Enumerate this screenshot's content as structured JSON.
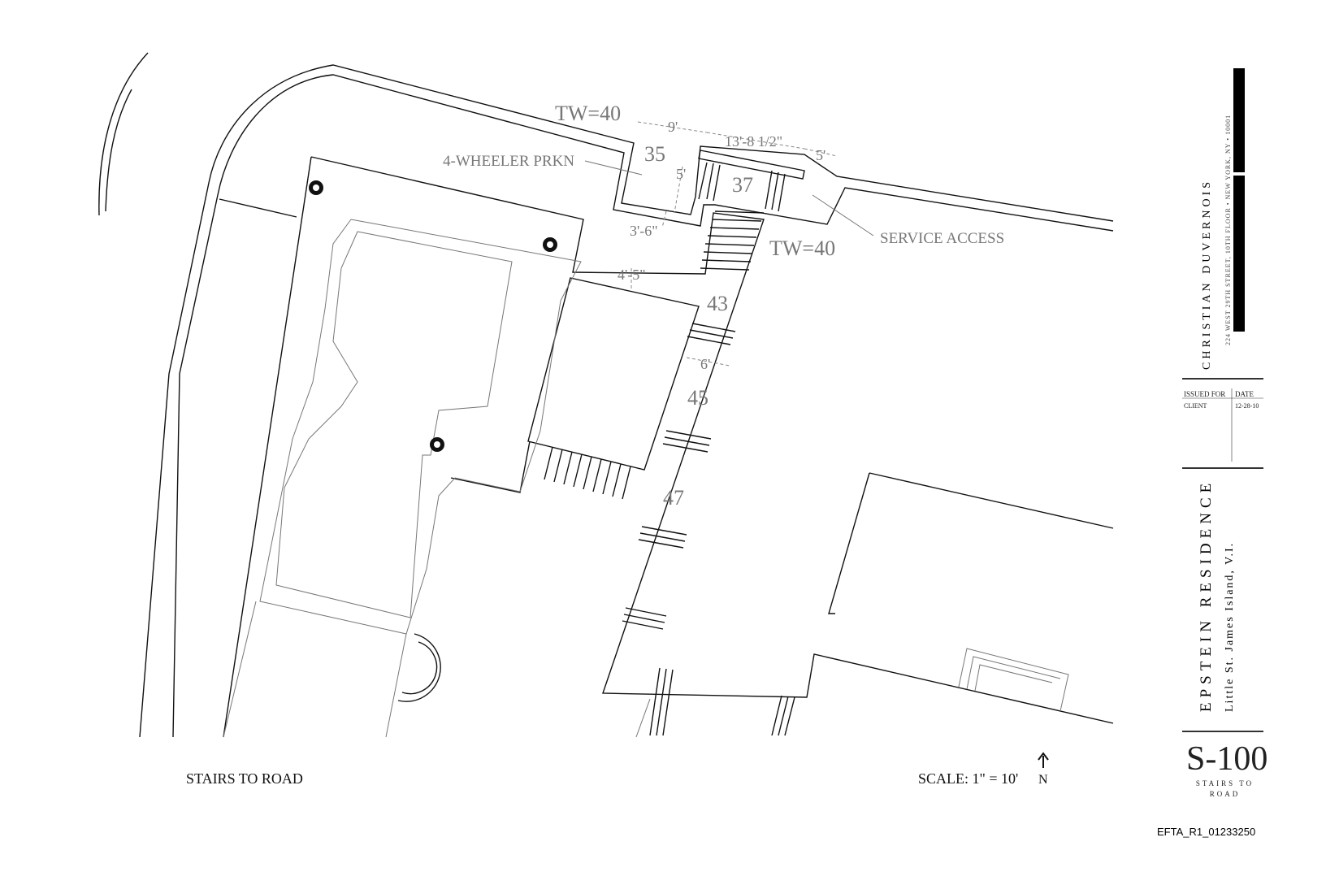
{
  "plan": {
    "labels": {
      "tw_top": "TW=40",
      "tw_right": "TW=40",
      "parking": "4-WHEELER PRKN",
      "service": "SERVICE ACCESS",
      "dim_9": "9'",
      "dim_13": "13'-8 1/2\"",
      "dim_5a": "5'",
      "dim_5b": "5'",
      "dim_3_6": "3'-6\"",
      "dim_4_5": "4'-5\"",
      "dim_6": "6'",
      "elev_35": "35",
      "elev_37": "37",
      "elev_43": "43",
      "elev_45": "45",
      "elev_47": "47"
    },
    "caption": "STAIRS TO ROAD",
    "scale": "SCALE: 1\" = 10'",
    "north": "N"
  },
  "title_block": {
    "firm": "CHRISTIAN DUVERNOIS",
    "address": "224 WEST 29TH STREET, 10TH FLOOR  •  NEW YORK, NY  •  10001",
    "issued_for_header": "ISSUED FOR",
    "date_header": "DATE",
    "issued_for": "CLIENT",
    "date": "12-28-10",
    "project": "EPSTEIN RESIDENCE",
    "location": "Little St. James Island, V.I.",
    "sheet_number": "S-100",
    "sheet_title_1": "STAIRS TO",
    "sheet_title_2": "ROAD"
  },
  "footer_id": "EFTA_R1_01233250"
}
